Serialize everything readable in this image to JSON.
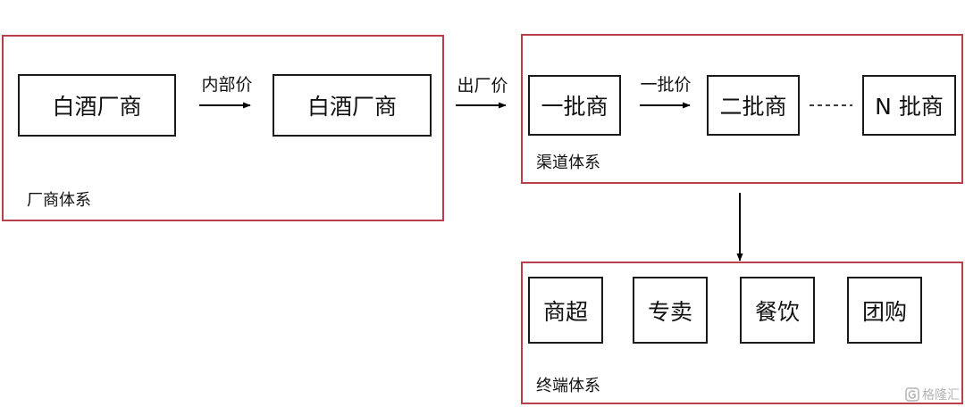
{
  "groups": {
    "manufacturer": {
      "label": "厂商体系",
      "nodes": [
        "白酒厂商",
        "白酒厂商"
      ],
      "internal_edge_label": "内部价"
    },
    "channel": {
      "label": "渠道体系",
      "nodes": [
        "一批商",
        "二批商",
        "N 批商"
      ],
      "internal_edge_label": "一批价"
    },
    "terminal": {
      "label": "终端体系",
      "nodes": [
        "商超",
        "专卖",
        "餐饮",
        "团购"
      ]
    }
  },
  "edges": {
    "manufacturer_to_channel_label": "出厂价"
  },
  "watermark": "格隆汇",
  "colors": {
    "group_border": "#b8404a",
    "node_border": "#1a1a1a",
    "arrow": "#000000"
  }
}
